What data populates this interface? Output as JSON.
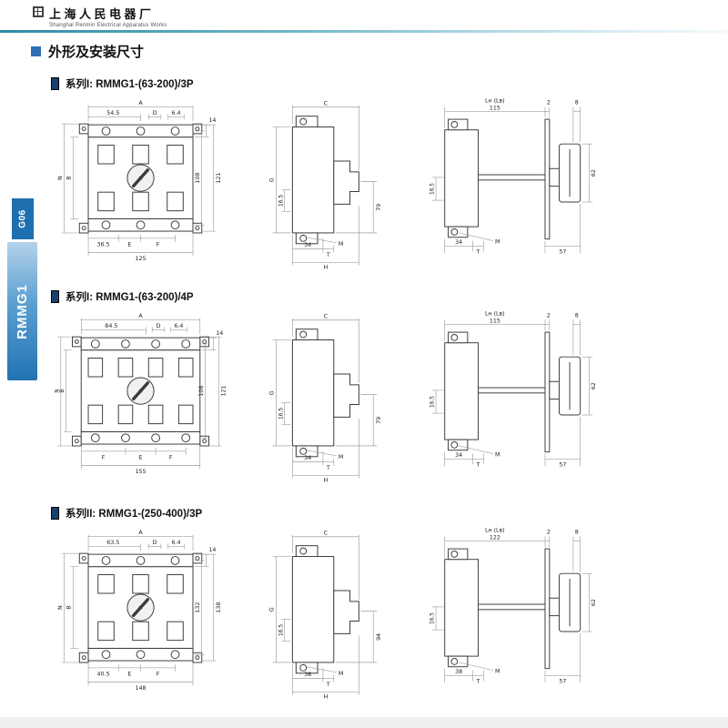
{
  "header": {
    "company_cn": "上海人民电器厂",
    "company_en": "Shanghai Renmin Electrical Apparatus Works"
  },
  "sidebar": {
    "page_code": "G06",
    "product_code": "RMMG1"
  },
  "section": {
    "title": "外形及安装尺寸"
  },
  "colors": {
    "accent_blue": "#2f6db5",
    "tab_blue": "#1d6fb0",
    "rule_teal": "#2e8ba3",
    "marker_navy": "#16406f"
  },
  "series": [
    {
      "label": "系列I: RMMG1-(63-200)/3P",
      "front": {
        "overall_top": "A",
        "sub_left": "54.5",
        "dim_d": "D",
        "dim_hole": "6.4",
        "dim_right_top": "14",
        "dim_b": "B",
        "dim_n": "N",
        "height_inner": "108",
        "height_outer": "121",
        "bottom_1": "36.5",
        "bottom_2": "E",
        "bottom_3": "F",
        "bottom_total": "125"
      },
      "side": {
        "top": "C",
        "left": "G",
        "left_small": "16.5",
        "right": "79",
        "bottom_1": "34",
        "bottom_2": "T",
        "bottom_total": "H",
        "screw": "M"
      },
      "shaft": {
        "handle_len": "Lʜ (Lʙ)",
        "width": "115",
        "panel_thk": "2",
        "edge": "8",
        "left_small": "16.5",
        "handle_h": "62",
        "screw": "M",
        "bottom_1": "34",
        "bottom_2": "T",
        "bottom_3": "57"
      }
    },
    {
      "label": "系列I: RMMG1-(63-200)/4P",
      "front": {
        "overall_top": "A",
        "sub_left": "84.5",
        "dim_d": "D",
        "dim_hole": "6.4",
        "dim_right_top": "14",
        "dim_b": "B",
        "dim_n": "N",
        "height_inner": "108",
        "height_outer": "121",
        "bottom_1": "F",
        "bottom_2": "E",
        "bottom_3": "F",
        "bottom_total": "155"
      },
      "side": {
        "top": "C",
        "left": "G",
        "left_small": "16.5",
        "right": "79",
        "bottom_1": "34",
        "bottom_2": "T",
        "bottom_total": "H",
        "screw": "M"
      },
      "shaft": {
        "handle_len": "Lʜ (Lʙ)",
        "width": "115",
        "panel_thk": "2",
        "edge": "8",
        "left_small": "16.5",
        "handle_h": "62",
        "screw": "M",
        "bottom_1": "34",
        "bottom_2": "T",
        "bottom_3": "57"
      }
    },
    {
      "label": "系列II: RMMG1-(250-400)/3P",
      "front": {
        "overall_top": "A",
        "sub_left": "63.5",
        "dim_d": "D",
        "dim_hole": "6.4",
        "dim_right_top": "14",
        "dim_b": "B",
        "dim_n": "N",
        "height_inner": "132",
        "height_outer": "138",
        "bottom_1": "40.5",
        "bottom_2": "E",
        "bottom_3": "F",
        "bottom_total": "148"
      },
      "side": {
        "top": "C",
        "left": "G",
        "left_small": "16.5",
        "right": "94",
        "bottom_1": "38",
        "bottom_2": "T",
        "bottom_total": "H",
        "screw": "M"
      },
      "shaft": {
        "handle_len": "Lʜ (Lʙ)",
        "width": "122",
        "panel_thk": "2",
        "edge": "8",
        "left_small": "16.5",
        "handle_h": "62",
        "screw": "M",
        "bottom_1": "38",
        "bottom_2": "T",
        "bottom_3": "57"
      }
    }
  ]
}
